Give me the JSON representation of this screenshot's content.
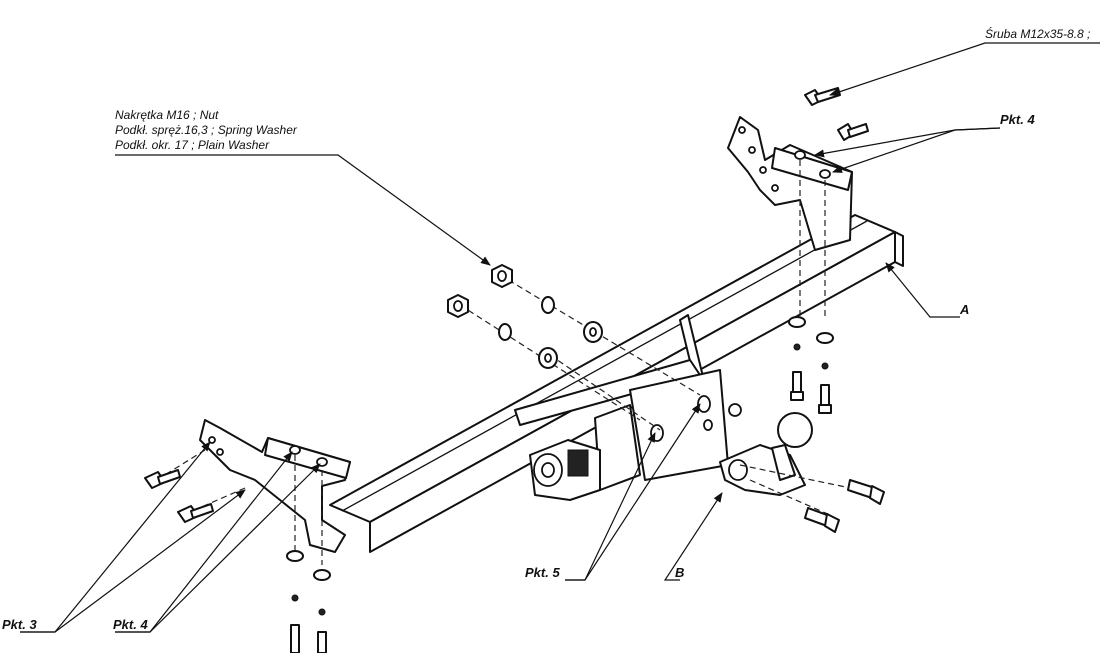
{
  "callouts": {
    "bolt_spec": "Śruba M12x35-8.8 ;",
    "nut_line1": "Nakrętka M16 ; Nut",
    "nut_line2": "Podkł. spręż.16,3 ; Spring Washer",
    "nut_line3": "Podkł. okr. 17 ; Plain Washer",
    "pkt4_top": "Pkt. 4",
    "label_a": "A",
    "label_b": "B",
    "pkt5": "Pkt. 5",
    "pkt3": "Pkt. 3",
    "pkt4_bottom": "Pkt. 4"
  },
  "colors": {
    "line": "#111111",
    "background": "#ffffff"
  }
}
